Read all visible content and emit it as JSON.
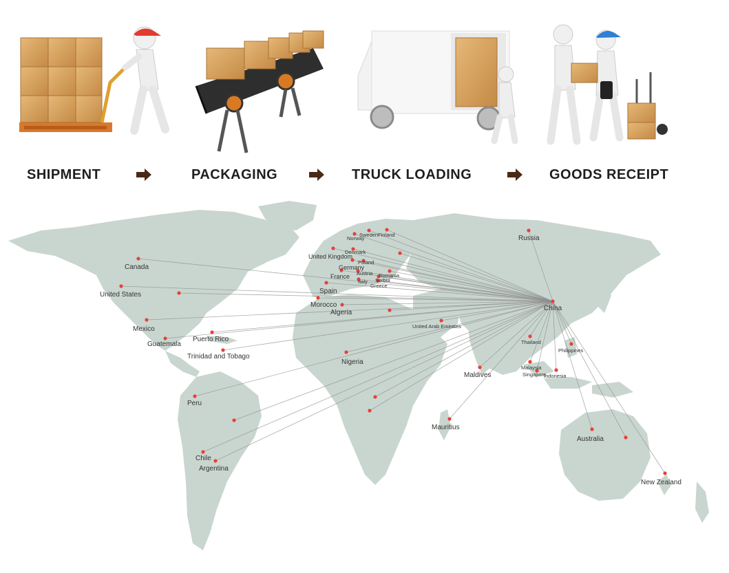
{
  "process": {
    "steps": [
      {
        "label": "SHIPMENT",
        "icon": "pallet-jack-worker-icon"
      },
      {
        "label": "PACKAGING",
        "icon": "conveyor-belt-icon"
      },
      {
        "label": "TRUCK LOADING",
        "icon": "truck-loading-icon"
      },
      {
        "label": "GOODS RECEIPT",
        "icon": "handover-receipt-icon"
      }
    ],
    "arrow_icon": "right-arrow-icon"
  },
  "map": {
    "hub": "China",
    "destinations": [
      "Canada",
      "United States",
      "Mexico",
      "Guatemala",
      "Puerto Rico",
      "Trinidad and Tobago",
      "Peru",
      "Chile",
      "Argentina",
      "United Kingdom",
      "Germany",
      "Denmark",
      "Norway",
      "Sweden",
      "Finland",
      "Poland",
      "France",
      "Spain",
      "Austria",
      "Italy",
      "Romania",
      "Serbia",
      "Greece",
      "Morocco",
      "Algeria",
      "Nigeria",
      "United Arab Emirates",
      "Maldives",
      "Mauritius",
      "Russia",
      "Thailand",
      "Malaysia",
      "Singapore",
      "Indonesia",
      "Philippines",
      "Australia",
      "New Zealand"
    ]
  },
  "colors": {
    "land": "#c9d6cf",
    "city_dot": "#e8403a",
    "route_line": "#8f8f8f",
    "arrow": "#4a2a14",
    "box": "#d9a15e"
  }
}
